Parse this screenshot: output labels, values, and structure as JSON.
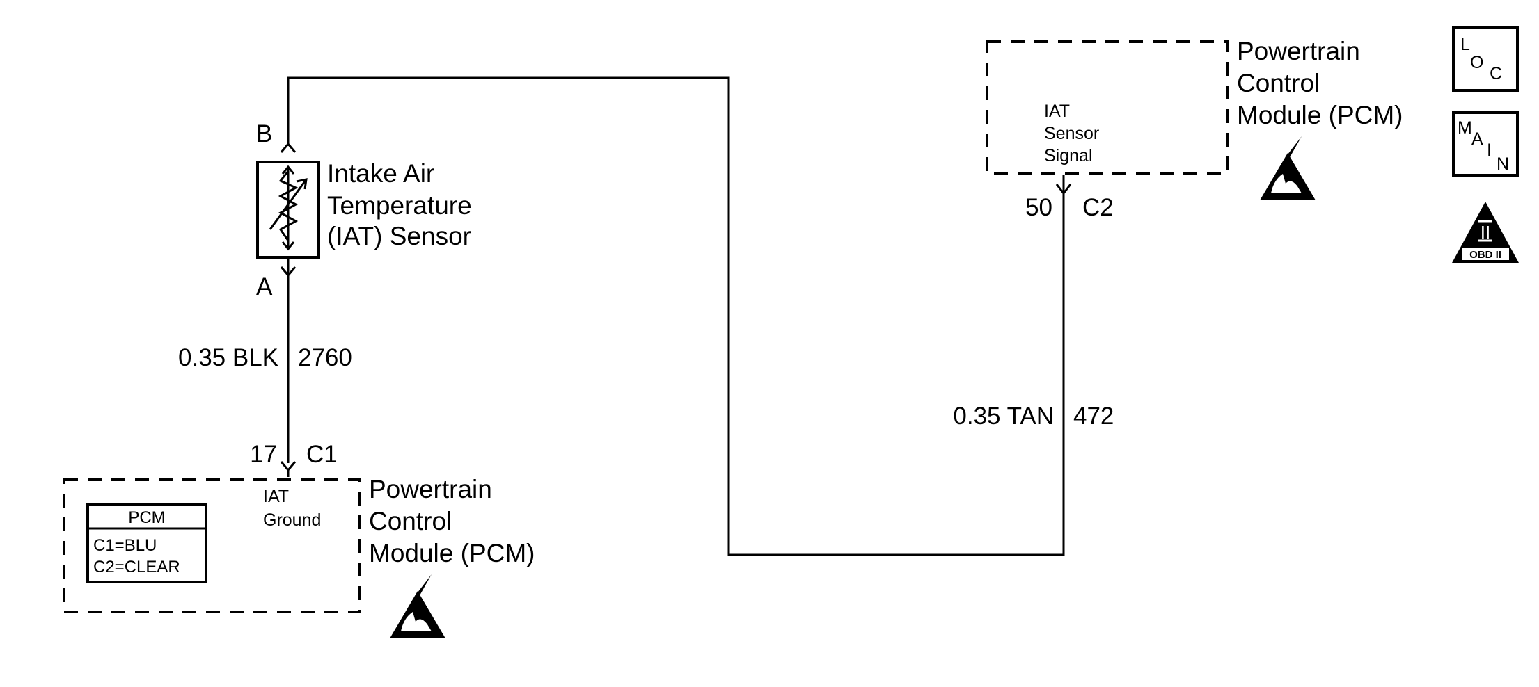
{
  "colors": {
    "ink": "#000000",
    "background": "#ffffff"
  },
  "sensor": {
    "pin_top": "B",
    "pin_bottom": "A",
    "name_lines": [
      "Intake Air",
      "Temperature",
      "(IAT) Sensor"
    ],
    "icon": "thermistor-icon"
  },
  "wire_ground": {
    "gauge_color": "0.35 BLK",
    "circuit": "2760"
  },
  "wire_signal": {
    "gauge_color": "0.35 TAN",
    "circuit": "472"
  },
  "pcm_lower": {
    "pin": "17",
    "connector": "C1",
    "function_lines": [
      "IAT",
      "Ground"
    ],
    "name_lines": [
      "Powertrain",
      "Control",
      "Module (PCM)"
    ],
    "legend": {
      "title": "PCM",
      "rows": [
        "C1=BLU",
        "C2=CLEAR"
      ]
    },
    "icon": "esd-sensitive-icon"
  },
  "pcm_upper": {
    "pin": "50",
    "connector": "C2",
    "function_lines": [
      "IAT",
      "Sensor",
      "Signal"
    ],
    "name_lines": [
      "Powertrain",
      "Control",
      "Module (PCM)"
    ],
    "icon": "esd-sensitive-icon"
  },
  "side_icons": {
    "loc": {
      "letters": [
        "L",
        "O",
        "C"
      ]
    },
    "main": {
      "letters": [
        "M",
        "A",
        "I",
        "N"
      ]
    },
    "obd": {
      "numeral": "II",
      "label": "OBD II"
    }
  }
}
